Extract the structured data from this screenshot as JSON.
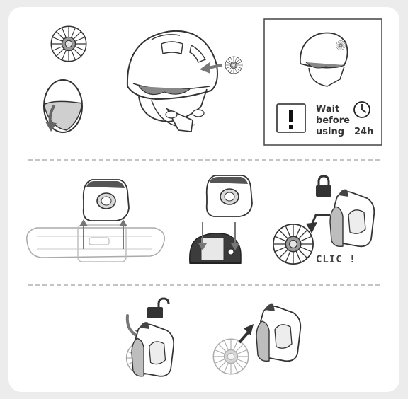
{
  "diagram": {
    "wait_lines": [
      "Wait",
      "before",
      "using"
    ],
    "wait_time": "24h",
    "click_text": "CLIC !",
    "icons": [
      "reflective-sticker-icon",
      "peel-arrow-icon",
      "helmet-icon",
      "exclamation-icon",
      "clock-icon",
      "lock-closed-icon",
      "lock-open-icon",
      "headlamp-icon",
      "headband-icon",
      "adapter-plate-icon"
    ]
  }
}
